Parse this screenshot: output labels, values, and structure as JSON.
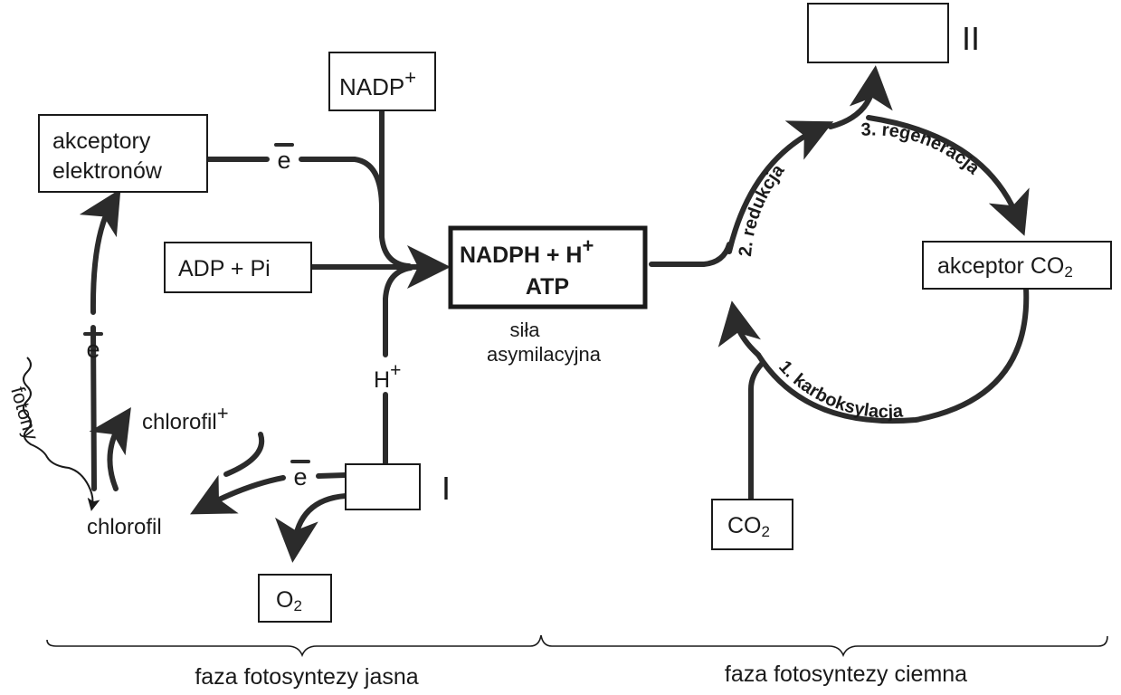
{
  "boxes": {
    "nadp_plus": "NADP",
    "nadp_plus_sup": "+",
    "electron_acceptors_line1": "akceptory",
    "electron_acceptors_line2": "elektronów",
    "adp_pi": "ADP + Pi",
    "product_line1": "NADPH + H",
    "product_line1_sup": "+",
    "product_line2": "ATP",
    "co2_acceptor": "akceptor CO",
    "co2_acceptor_sub": "2",
    "co2": "CO",
    "co2_sub": "2",
    "o2": "O",
    "o2_sub": "2"
  },
  "labels": {
    "electron_1": "e",
    "electron_2": "e",
    "electron_3": "e",
    "h_plus": "H",
    "h_plus_sup": "+",
    "assimilatory_line1": "siła",
    "assimilatory_line2": "asymilacyjna",
    "chlorophyll_plus": "chlorofil",
    "chlorophyll_plus_sup": "+",
    "chlorophyll": "chlorofil",
    "photons": "fotony",
    "marker_1": "I",
    "marker_2": "II"
  },
  "cycle": {
    "step_1": "1. karboksylacja",
    "step_2": "2. redukcja",
    "step_3": "3. regeneracja"
  },
  "phases": {
    "light": "faza fotosyntezy jasna",
    "dark": "faza fotosyntezy ciemna"
  }
}
